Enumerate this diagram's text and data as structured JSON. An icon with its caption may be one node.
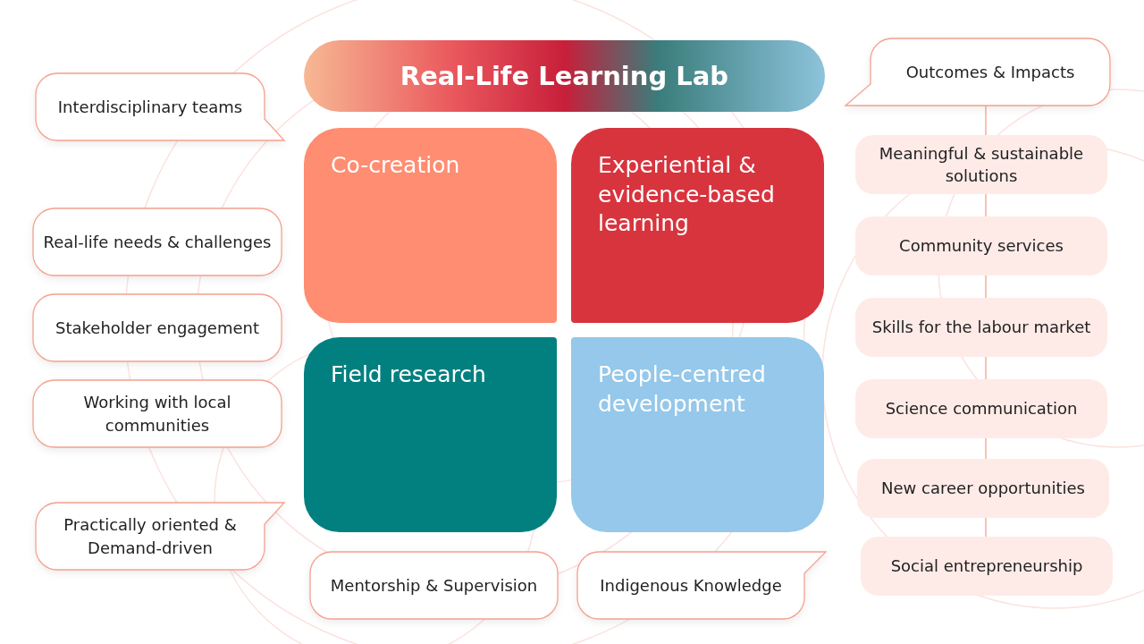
{
  "diagram": {
    "nodes": [
      {
        "text": [
          "Real-Life Learning Lab"
        ]
      },
      {
        "text": [
          "Outcomes & Impacts"
        ]
      },
      {
        "text": [
          "Interdisciplinary teams"
        ]
      },
      {
        "text": [
          "Co-creation"
        ]
      },
      {
        "text": [
          "Experiential & evidence-based learning"
        ]
      },
      {
        "text": [
          "Meaningful & sustainable solutions"
        ]
      },
      {
        "text": [
          "Real-life needs & challenges"
        ]
      },
      {
        "text": [
          "Community services"
        ]
      },
      {
        "text": [
          "Stakeholder engagement"
        ]
      },
      {
        "text": [
          "Skills for the labour market"
        ]
      },
      {
        "text": [
          "Working with local communities"
        ]
      },
      {
        "text": [
          "Field research"
        ]
      },
      {
        "text": [
          "People-centred development"
        ]
      },
      {
        "text": [
          "Science communication"
        ]
      },
      {
        "text": [
          "New career opportunities"
        ]
      },
      {
        "text": [
          "Practically oriented & Demand-driven"
        ]
      },
      {
        "text": [
          "Social entrepreneurship"
        ]
      },
      {
        "text": [
          "Mentorship & Supervision"
        ]
      },
      {
        "text": [
          "Indigenous Knowledge"
        ]
      }
    ],
    "edges": [
      {
        "from": 1,
        "to": 5,
        "arrow": "none"
      },
      {
        "from": 5,
        "to": 7,
        "arrow": "none"
      },
      {
        "from": 7,
        "to": 9,
        "arrow": "none"
      },
      {
        "from": 9,
        "to": 13,
        "arrow": "none"
      },
      {
        "from": 13,
        "to": 14,
        "arrow": "none"
      },
      {
        "from": 14,
        "to": 16,
        "arrow": "none"
      }
    ]
  }
}
